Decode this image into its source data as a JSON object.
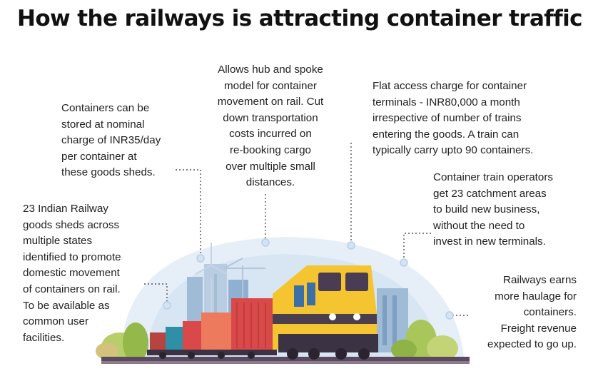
{
  "title": "How the railways is attracting container traffic",
  "notes": {
    "storage": "Containers can be\nstored at nominal\ncharge of INR35/day\nper container at\nthese goods sheds.",
    "hub": "Allows hub and spoke\nmodel for container\nmovement on rail. Cut\ndown transportation\ncosts incurred on\nre-booking cargo\nover multiple small\ndistances.",
    "access": "Flat access charge for container\nterminals - INR80,000 a month\nirrespective of number of trains\nentering the goods. A train can\ntypically carry upto 90 containers.",
    "sheds": "23 Indian Railway\ngoods sheds across\nmultiple states\nidentified to promote\ndomestic movement\nof containers on rail.\nTo be available as\ncommon user\nfacilities.",
    "operators": "Container train operators\nget 23 catchment areas\nto build new business,\nwithout the need to\ninvest in new terminals.",
    "haulage": "Railways earns\nmore haulage for\ncontainers.\nFreight revenue\nexpected to go up."
  },
  "colors": {
    "locomotive": "#f5c431",
    "container_red": "#d9494a",
    "container_coral": "#ee7a5e",
    "container_teal": "#2e8fa6",
    "dome": "#e6eff8",
    "bush": "#a7c65a"
  },
  "icons": [
    "locomotive-icon",
    "container-wagon-icon",
    "wind-turbine-icon",
    "crane-icon",
    "building-icon",
    "bush-icon"
  ]
}
